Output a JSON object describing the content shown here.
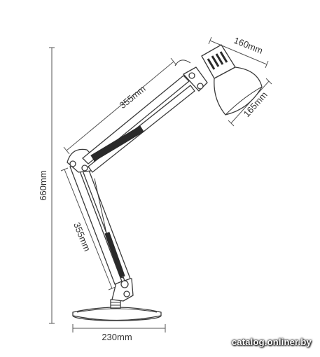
{
  "dimensions": {
    "total_height": "660mm",
    "upper_arm": "355mm",
    "lower_arm": "355mm",
    "base_width": "230mm",
    "shade_top": "160mm",
    "shade_side": "165mm"
  },
  "watermark": "catalog.onliner.by"
}
